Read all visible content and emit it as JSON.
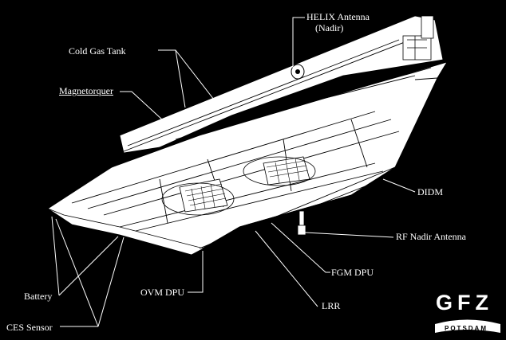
{
  "labels": {
    "helix_antenna": "HELIX Antenna",
    "helix_nadir": "(Nadir)",
    "cold_gas_tank": "Cold Gas Tank",
    "magnetorquer": "Magnetorquer",
    "didm": "DIDM",
    "rf_nadir_antenna": "RF Nadir Antenna",
    "fgm_dpu": "FGM DPU",
    "ovm_dpu": "OVM DPU",
    "battery": "Battery",
    "lrr": "LRR",
    "ces_sensor": "CES Sensor"
  },
  "logo": {
    "main": "GFZ",
    "sub": "POTSDAM"
  },
  "colors": {
    "background": "#000000",
    "structure": "#ffffff",
    "lines": "#000000"
  }
}
